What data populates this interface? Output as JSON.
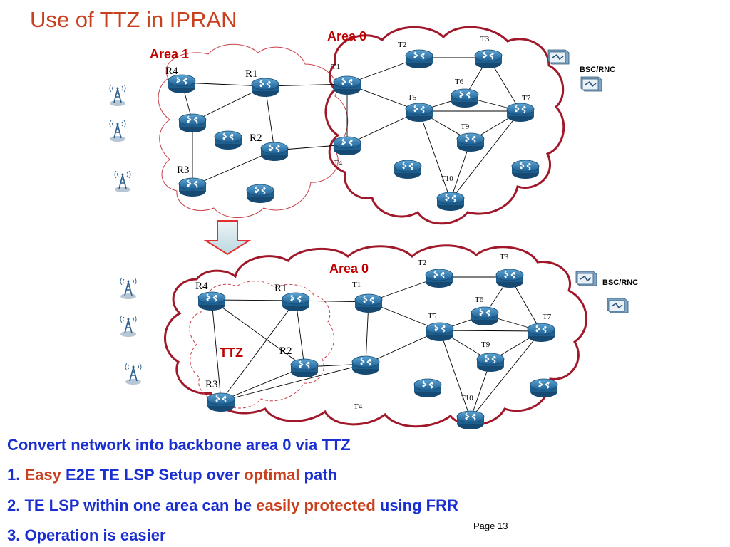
{
  "title": "Use of TTZ in IPRAN",
  "page": "Page 13",
  "colors": {
    "title": "#c8401e",
    "caption": "#1a2fd0",
    "emphasis": "#c8401e",
    "area_zero_border": "#a0182a",
    "area_one_border": "#c8404a",
    "router_body": "#1f6aa0"
  },
  "top_diagram": {
    "area1_label": "Area 1",
    "area0_label": "Area 0",
    "bsc_label": "BSC/RNC",
    "nodes": [
      {
        "id": "R4",
        "label": "R4"
      },
      {
        "id": "R1",
        "label": "R1"
      },
      {
        "id": "R2",
        "label": "R2"
      },
      {
        "id": "R3",
        "label": "R3"
      },
      {
        "id": "T1",
        "label": "T1"
      },
      {
        "id": "T2",
        "label": "T2"
      },
      {
        "id": "T3",
        "label": "T3"
      },
      {
        "id": "T4",
        "label": "T4"
      },
      {
        "id": "T5",
        "label": "T5"
      },
      {
        "id": "T6",
        "label": "T6"
      },
      {
        "id": "T7",
        "label": "T7"
      },
      {
        "id": "T9",
        "label": "T9"
      },
      {
        "id": "T10",
        "label": "T10"
      }
    ]
  },
  "bottom_diagram": {
    "area0_label": "Area 0",
    "ttz_label": "TTZ",
    "bsc_label": "BSC/RNC",
    "nodes": [
      {
        "id": "R4",
        "label": "R4"
      },
      {
        "id": "R1",
        "label": "R1"
      },
      {
        "id": "R2",
        "label": "R2"
      },
      {
        "id": "R3",
        "label": "R3"
      },
      {
        "id": "T1",
        "label": "T1"
      },
      {
        "id": "T2",
        "label": "T2"
      },
      {
        "id": "T3",
        "label": "T3"
      },
      {
        "id": "T4",
        "label": "T4"
      },
      {
        "id": "T5",
        "label": "T5"
      },
      {
        "id": "T6",
        "label": "T6"
      },
      {
        "id": "T7",
        "label": "T7"
      },
      {
        "id": "T9",
        "label": "T9"
      },
      {
        "id": "T10",
        "label": "T10"
      }
    ]
  },
  "captions": {
    "line0": "Convert network into backbone area 0 via TTZ",
    "line1_prefix": "1. ",
    "line1_em": "Easy",
    "line1_mid": " E2E TE LSP Setup over ",
    "line1_em2": "optimal",
    "line1_suffix": " path",
    "line2_prefix": "2. TE LSP within one area can be ",
    "line2_em": "easily protected",
    "line2_suffix": " using FRR",
    "line3": "3. Operation is easier"
  }
}
